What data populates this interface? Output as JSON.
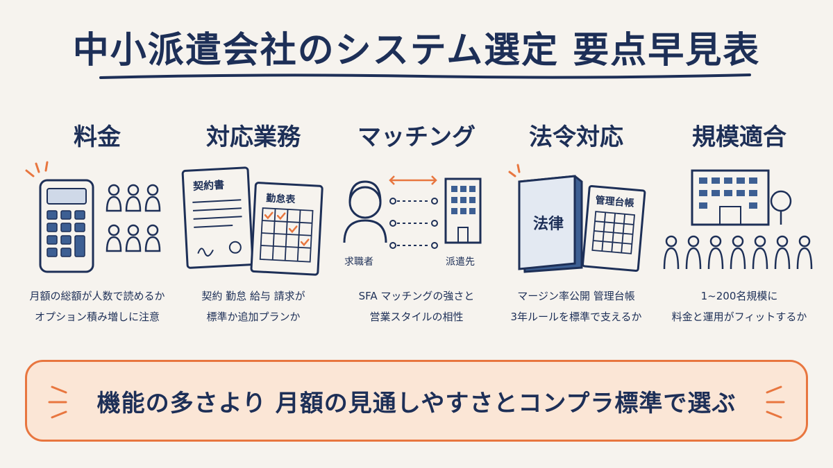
{
  "title": "中小派遣会社のシステム選定 要点早見表",
  "colors": {
    "ink": "#1d2f57",
    "accent": "#e8763f",
    "banner_bg": "#fbe6d6",
    "background": "#f6f3ee"
  },
  "columns": [
    {
      "title": "料金",
      "icon": "calculator-icon",
      "desc": [
        "月額の総額が人数で読めるか",
        "オプション積み増しに注意"
      ]
    },
    {
      "title": "対応業務",
      "icon": "documents-icon",
      "labels": {
        "contract": "契約書",
        "timesheet": "勤怠表"
      },
      "desc": [
        "契約 勤怠 給与 請求が",
        "標準か追加プランか"
      ]
    },
    {
      "title": "マッチング",
      "icon": "matching-icon",
      "labels": {
        "seeker": "求職者",
        "client": "派遣先"
      },
      "desc": [
        "SFA マッチングの強さと",
        "営業スタイルの相性"
      ]
    },
    {
      "title": "法令対応",
      "icon": "law-book-icon",
      "labels": {
        "law": "法律",
        "ledger": "管理台帳"
      },
      "desc": [
        "マージン率公開 管理台帳",
        "3年ルールを標準で支えるか"
      ]
    },
    {
      "title": "規模適合",
      "icon": "building-people-icon",
      "desc": [
        "1~200名規模に",
        "料金と運用がフィットするか"
      ]
    }
  ],
  "banner": {
    "text": "機能の多さより 月額の見通しやすさとコンプラ標準で選ぶ"
  }
}
